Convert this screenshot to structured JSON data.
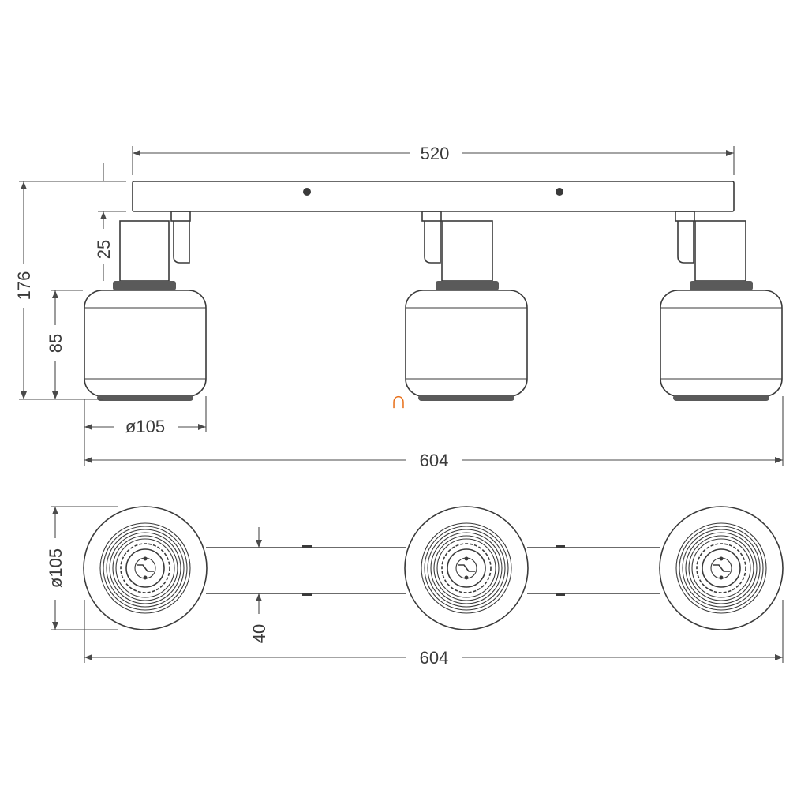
{
  "dimensions": {
    "bar_length": "520",
    "total_height": "176",
    "stem_height": "25",
    "shade_height": "85",
    "shade_diameter_side": "ø105",
    "total_width_side": "604",
    "shade_diameter_top": "ø105",
    "bar_width": "40",
    "total_width_top": "604"
  },
  "symbols": {
    "lamp_mark": "∩"
  },
  "colors": {
    "line": "#3a3a3a",
    "accent": "#e8701a"
  }
}
